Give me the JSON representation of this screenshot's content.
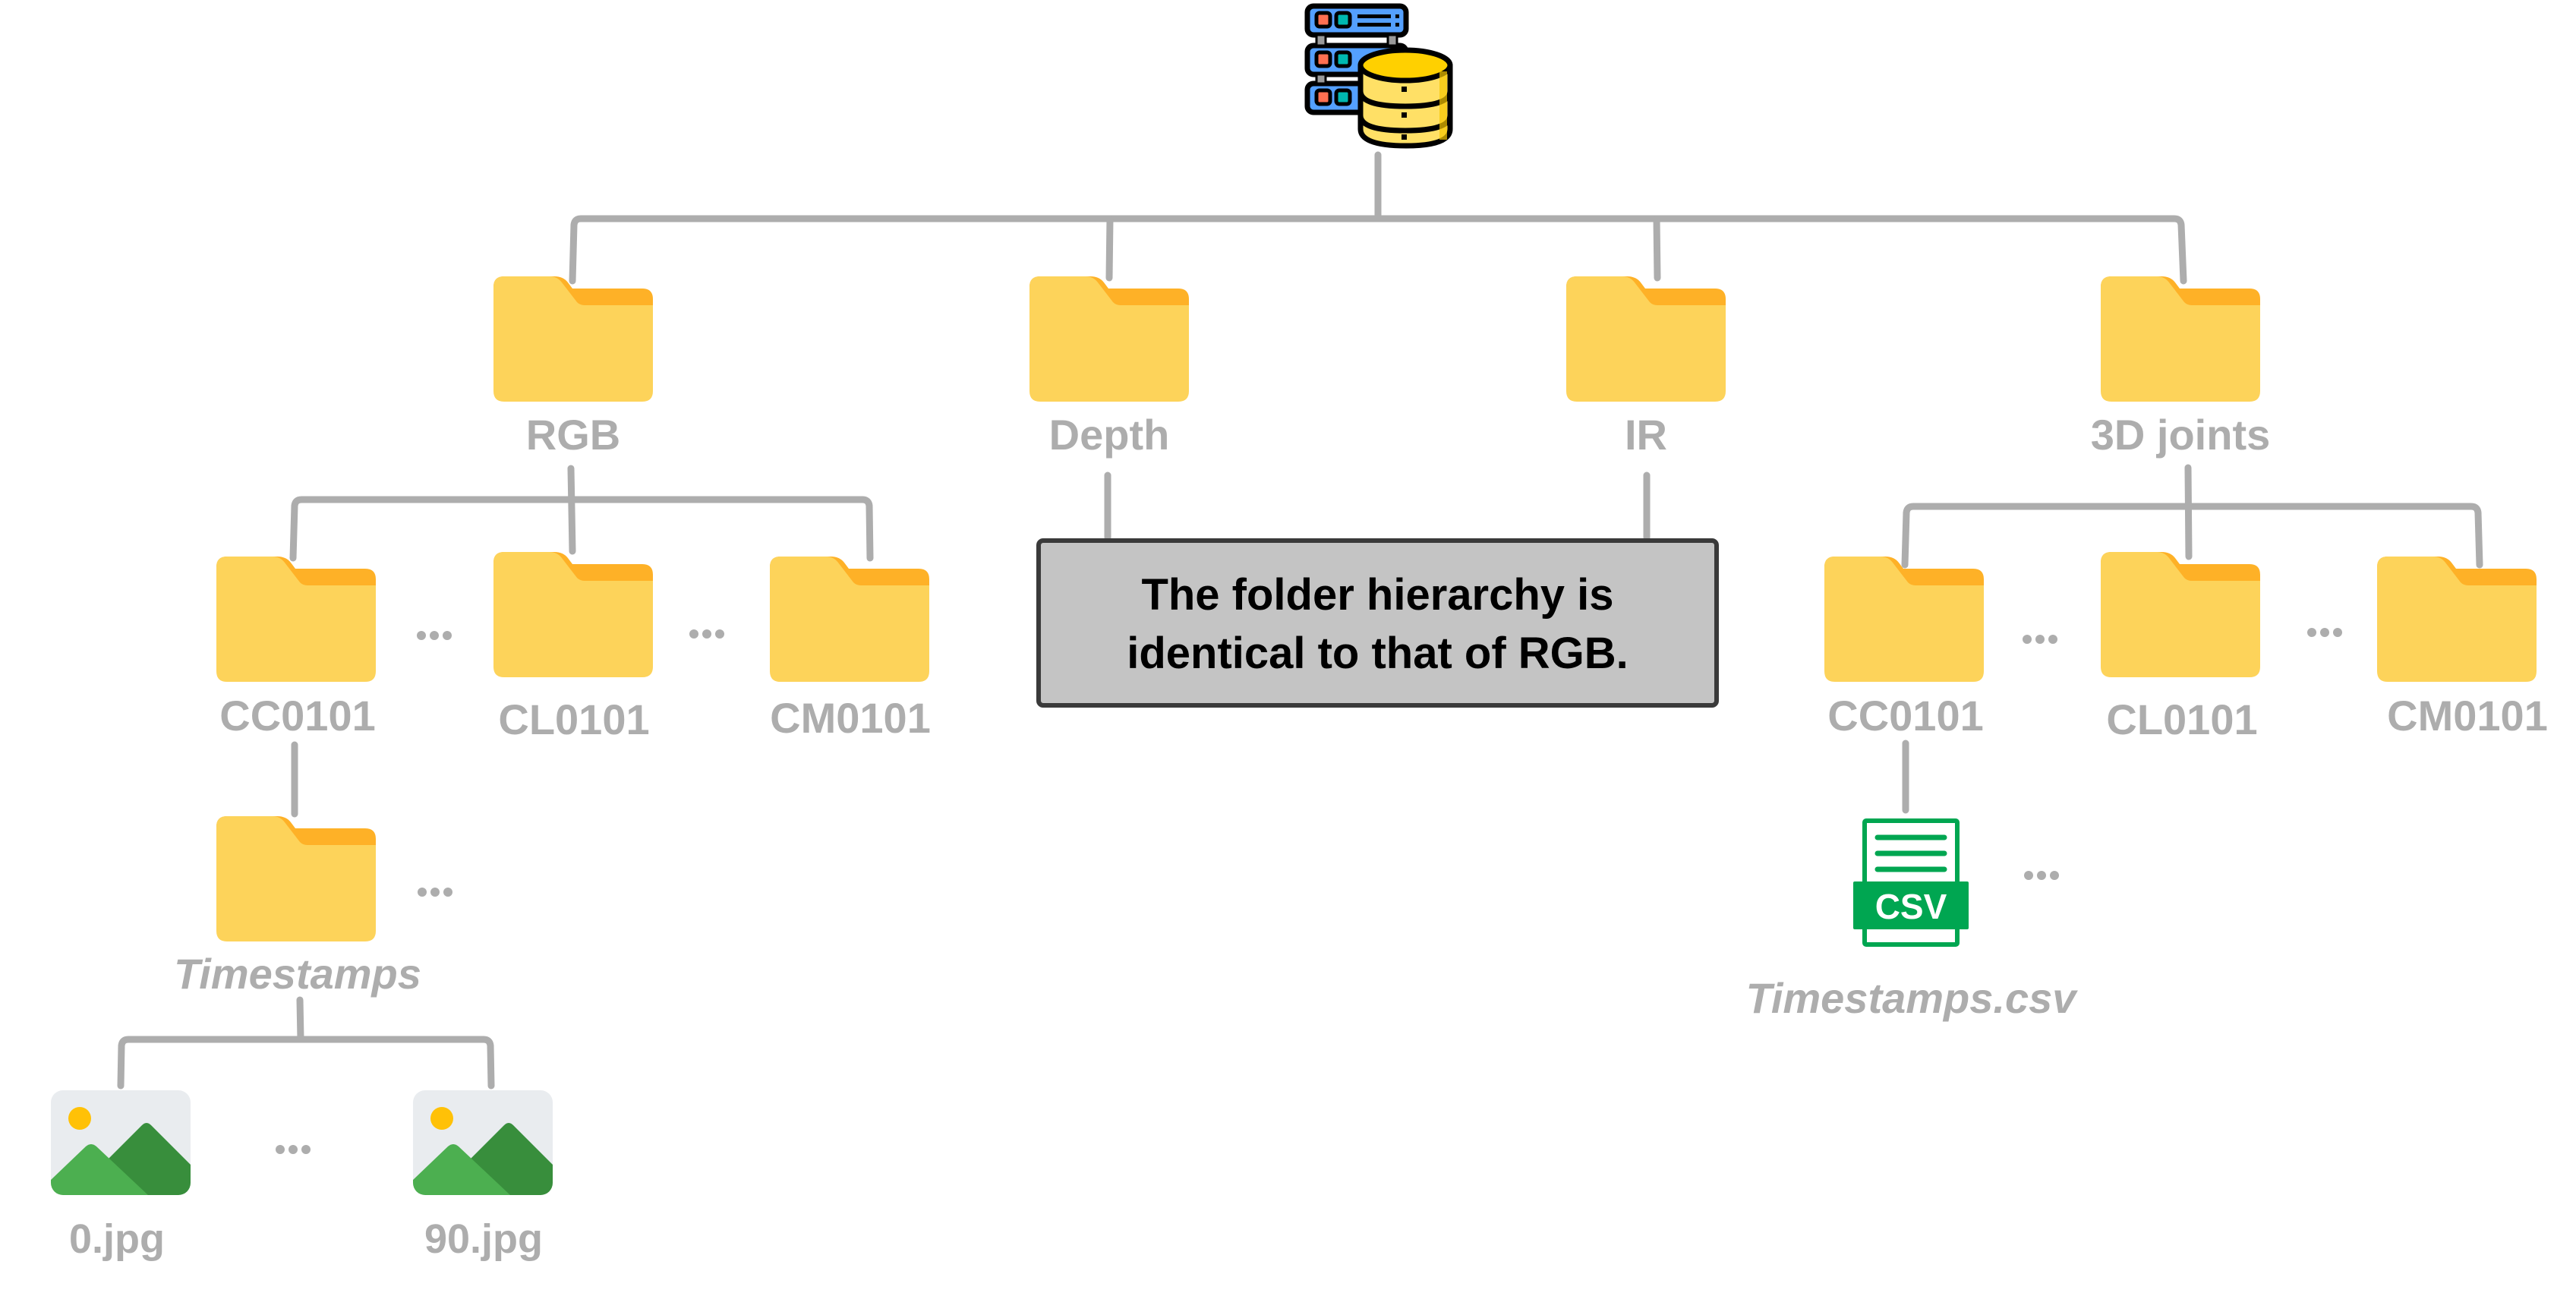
{
  "diagram": {
    "title": "Dataset folder hierarchy",
    "root": {
      "icon": "database-server-icon"
    },
    "colors": {
      "connector": "#adadad",
      "label": "#adadad",
      "folder_body": "#fdd35a",
      "folder_tab": "#feb127",
      "note_fill": "#c4c4c4",
      "note_border": "#3a3a3a",
      "csv_green": "#00a651",
      "image_sky": "#e9ecef",
      "image_sun": "#ffc107",
      "image_hill_light": "#4caf50",
      "image_hill_dark": "#388e3c"
    },
    "modalities": [
      {
        "label": "RGB",
        "icon": "folder-icon"
      },
      {
        "label": "Depth",
        "icon": "folder-icon"
      },
      {
        "label": "IR",
        "icon": "folder-icon"
      },
      {
        "label": "3D joints",
        "icon": "folder-icon"
      }
    ],
    "rgb_children": [
      {
        "label": "CC0101",
        "icon": "folder-icon"
      },
      {
        "label": "CL0101",
        "icon": "folder-icon"
      },
      {
        "label": "CM0101",
        "icon": "folder-icon"
      }
    ],
    "rgb_subfolder": {
      "label": "Timestamps",
      "icon": "folder-icon"
    },
    "rgb_files": [
      {
        "label": "0.jpg",
        "icon": "image-file-icon"
      },
      {
        "label": "90.jpg",
        "icon": "image-file-icon"
      }
    ],
    "joints_children": [
      {
        "label": "CC0101",
        "icon": "folder-icon"
      },
      {
        "label": "CL0101",
        "icon": "folder-icon"
      },
      {
        "label": "CM0101",
        "icon": "folder-icon"
      }
    ],
    "joints_file": {
      "label": "Timestamps.csv",
      "icon": "csv-file-icon",
      "badge": "CSV"
    },
    "note": {
      "text": "The folder hierarchy is identical to that of RGB."
    },
    "ellipsis": "..."
  }
}
